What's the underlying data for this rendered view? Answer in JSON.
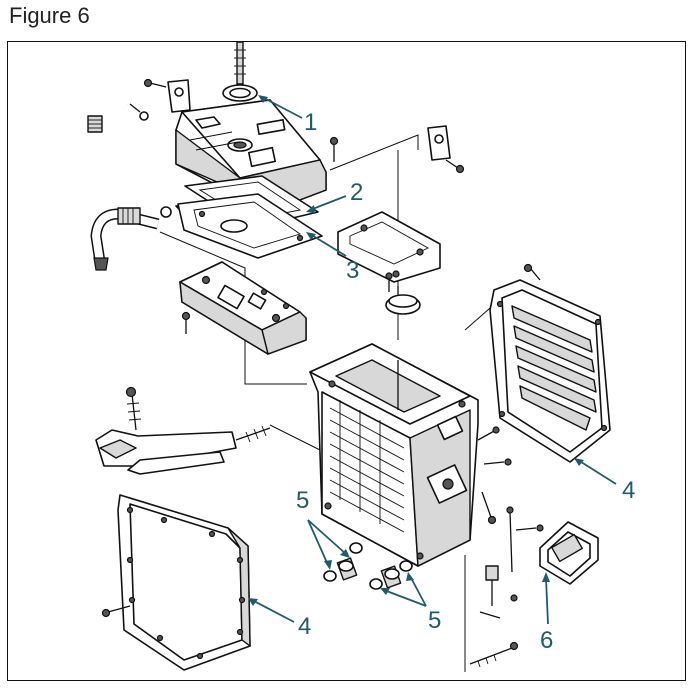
{
  "figure": {
    "title": "Figure 6"
  },
  "callouts": [
    {
      "id": "callout-1",
      "label": "1"
    },
    {
      "id": "callout-2",
      "label": "2"
    },
    {
      "id": "callout-3",
      "label": "3"
    },
    {
      "id": "callout-4a",
      "label": "4"
    },
    {
      "id": "callout-4b",
      "label": "4"
    },
    {
      "id": "callout-5a",
      "label": "5"
    },
    {
      "id": "callout-5b",
      "label": "5"
    },
    {
      "id": "callout-6",
      "label": "6"
    }
  ],
  "colors": {
    "callout": "#1d5c6b",
    "line_art": "#111111"
  }
}
